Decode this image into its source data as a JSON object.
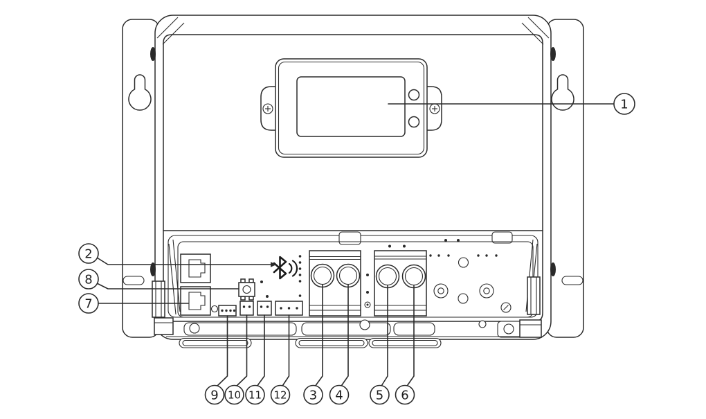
{
  "diagram": {
    "line_color": "#2a2a2a",
    "background_color": "#ffffff",
    "callouts": {
      "c1": "1",
      "c2": "2",
      "c3": "3",
      "c4": "4",
      "c5": "5",
      "c6": "6",
      "c7": "7",
      "c8": "8",
      "c9": "9",
      "c10": "10",
      "c11": "11",
      "c12": "12"
    },
    "icons": {
      "bluetooth": "bluetooth-icon"
    }
  }
}
